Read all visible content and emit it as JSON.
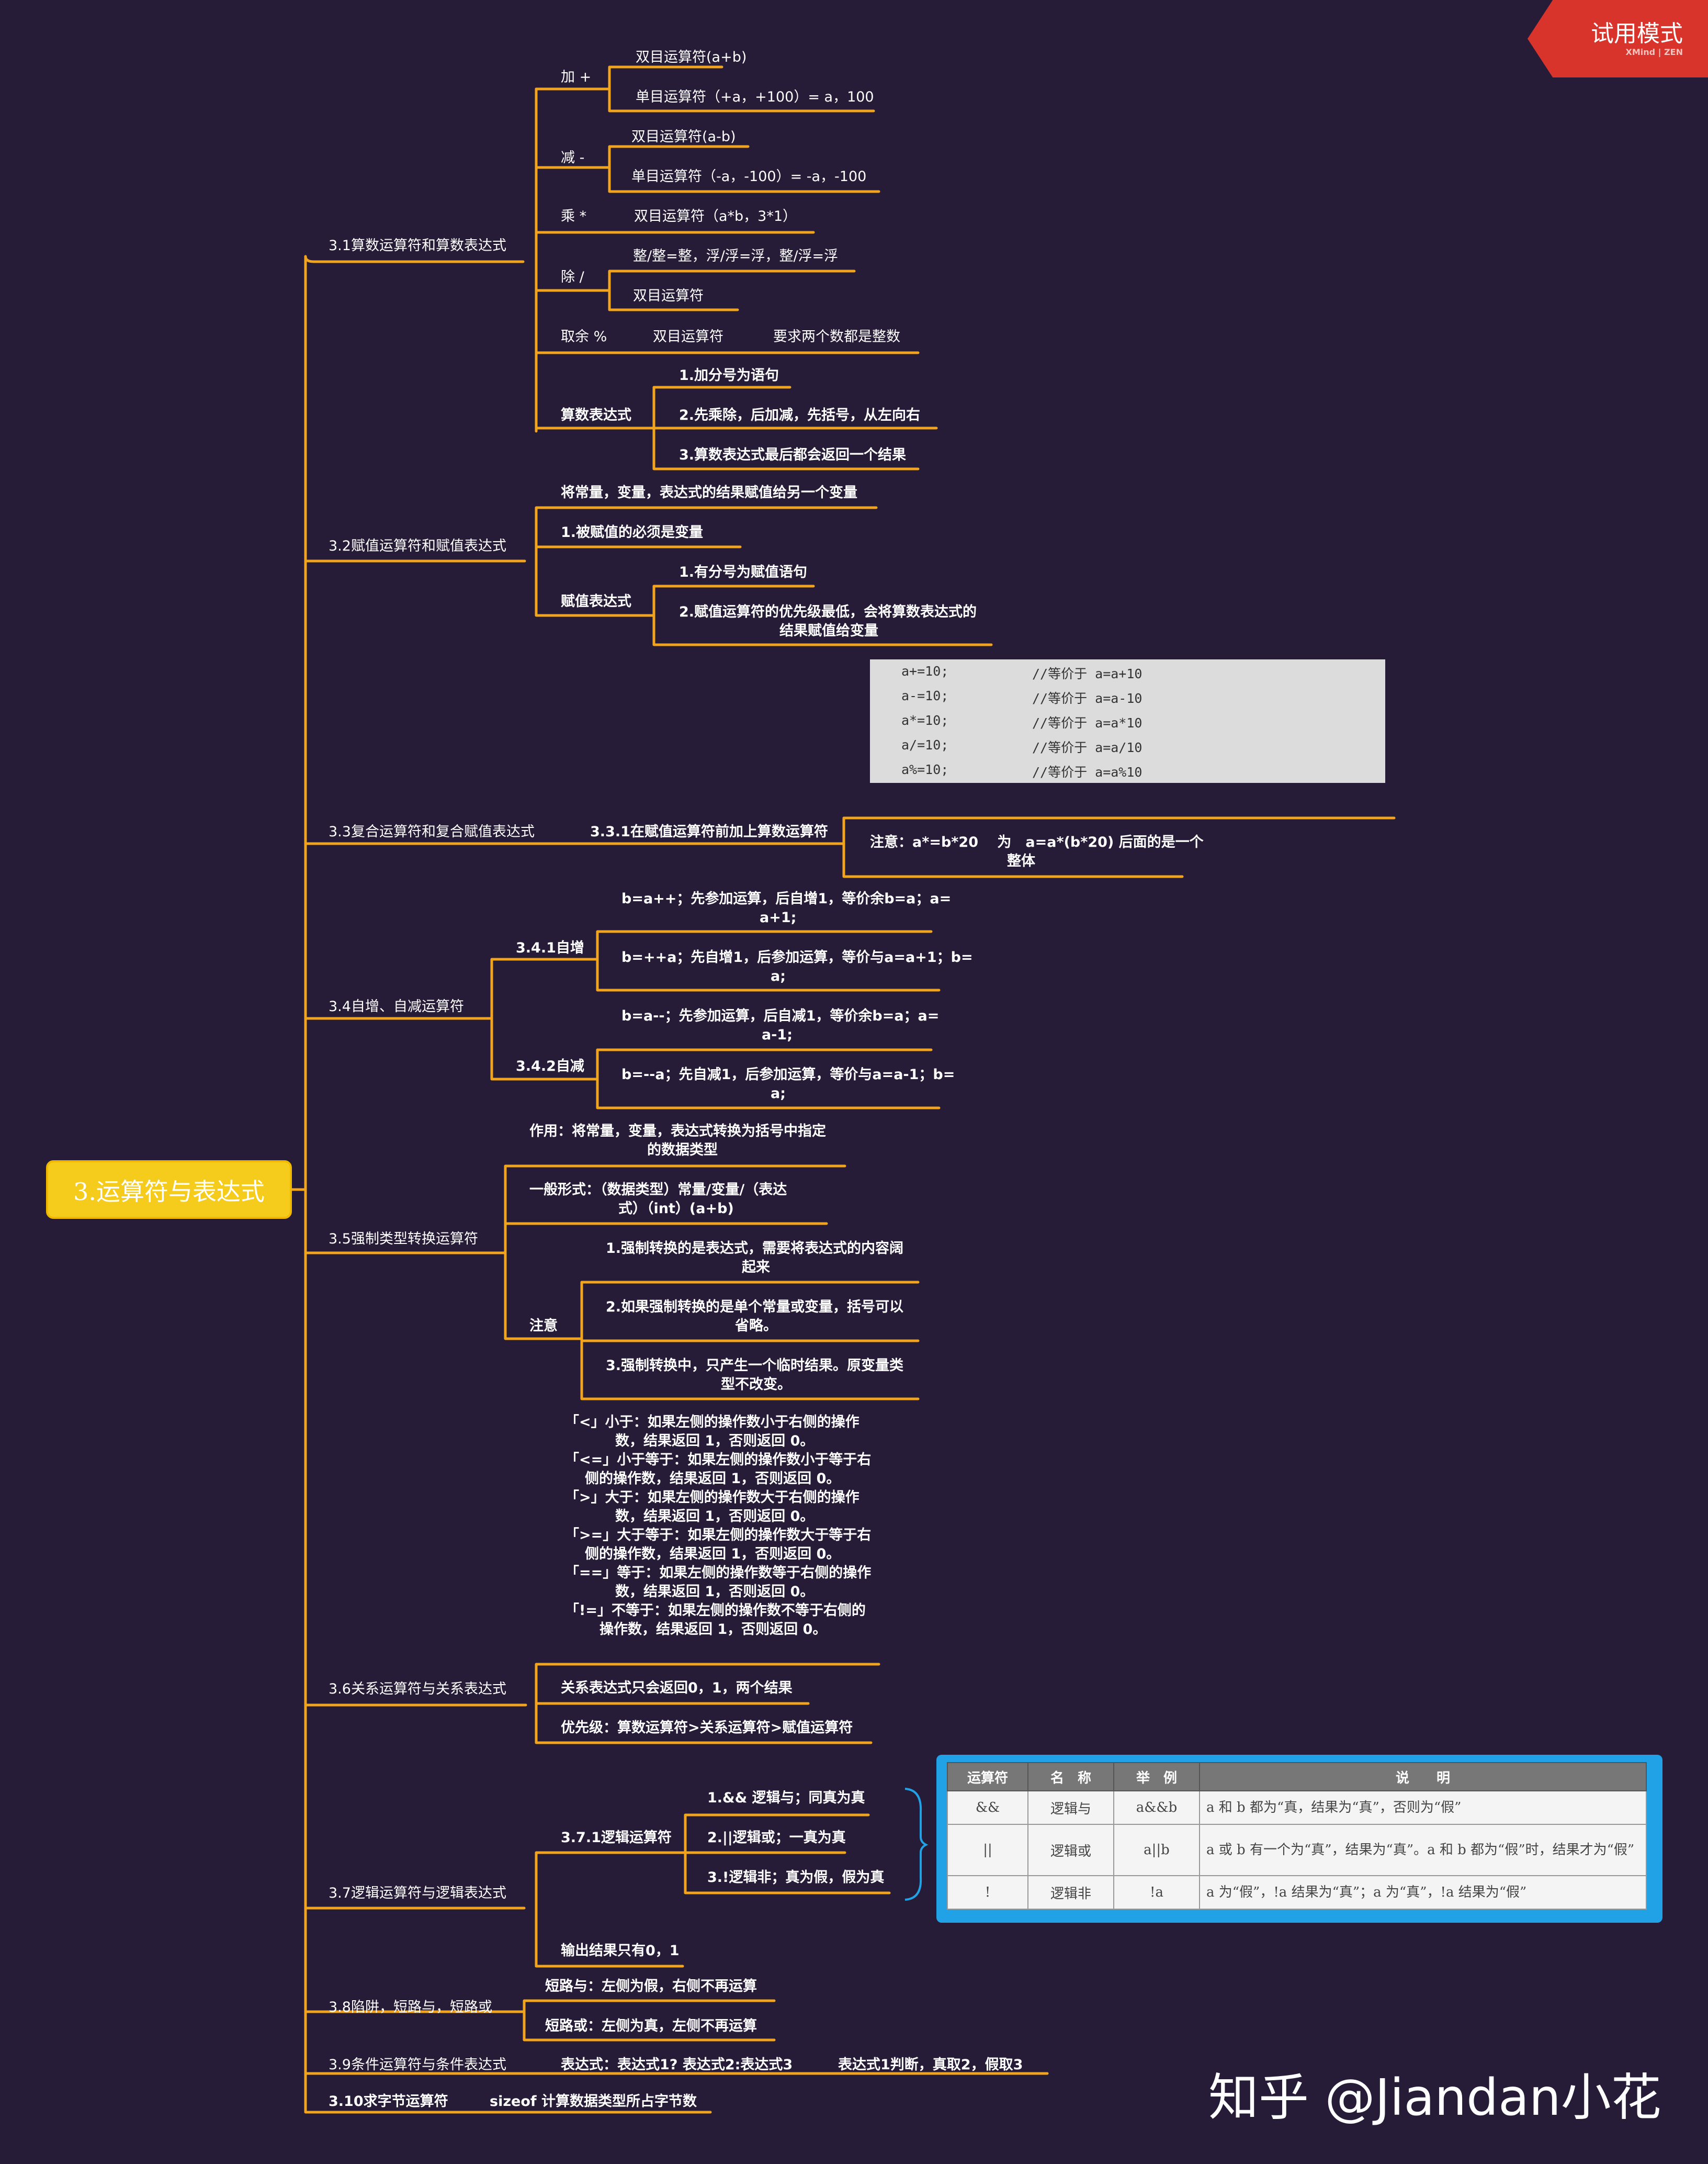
{
  "watermark_corner": {
    "title": "试用模式",
    "subtitle": "XMind | ZEN"
  },
  "watermark_bottom": "知乎 @Jiandan小花",
  "root": "3.运算符与表达式",
  "s31": {
    "label": "3.1算数运算符和算数表达式",
    "add": "加 +",
    "add_1": "双目运算符(a+b)",
    "add_2": "单目运算符（+a，+100）= a，100",
    "sub": "减 -",
    "sub_1": "双目运算符(a-b)",
    "sub_2": "单目运算符（-a，-100）= -a，-100",
    "mul": "乘 *",
    "mul_1": "双目运算符（a*b，3*1）",
    "div": "除 /",
    "div_1": "整/整=整，浮/浮=浮，整/浮=浮",
    "div_2": "双目运算符",
    "mod": "取余 %",
    "mod_1": "双目运算符",
    "mod_2": "要求两个数都是整数",
    "expr": "算数表达式",
    "expr_1": "1.加分号为语句",
    "expr_2": "2.先乘除，后加减，先括号，从左向右",
    "expr_3": "3.算数表达式最后都会返回一个结果"
  },
  "s32": {
    "label": "3.2赋值运算符和赋值表达式",
    "n1": "将常量，变量，表达式的结果赋值给另一个变量",
    "n2": "1.被赋值的必须是变量",
    "expr": "赋值表达式",
    "expr_1": "1.有分号为赋值语句",
    "expr_2a": "2.赋值运算符的优先级最低，会将算数表达式的",
    "expr_2b": "结果赋值给变量"
  },
  "code": {
    "rows": [
      {
        "stmt": "a+=10;",
        "comment": "//等价于 a=a+10"
      },
      {
        "stmt": "a-=10;",
        "comment": "//等价于 a=a-10"
      },
      {
        "stmt": "a*=10;",
        "comment": "//等价于 a=a*10"
      },
      {
        "stmt": "a/=10;",
        "comment": "//等价于 a=a/10"
      },
      {
        "stmt": "a%=10;",
        "comment": "//等价于 a=a%10"
      }
    ]
  },
  "s33": {
    "label": "3.3复合运算符和复合赋值表达式",
    "n1": "3.3.1在赋值运算符前加上算数运算符",
    "note_a": "注意：a*=b*20　 为　a=a*(b*20) 后面的是一个",
    "note_b": "整体"
  },
  "s34": {
    "label": "3.4自增、自减运算符",
    "inc": "3.4.1自增",
    "inc_1a": "b=a++；先参加运算，后自增1，等价余b=a；a=",
    "inc_1b": "a+1;",
    "inc_2a": "b=++a；先自增1，后参加运算，等价与a=a+1；b=",
    "inc_2b": "a;",
    "dec": "3.4.2自减",
    "dec_1a": "b=a--；先参加运算，后自减1，等价余b=a；a=",
    "dec_1b": "a-1;",
    "dec_2a": "b=--a；先自减1，后参加运算，等价与a=a-1；b=",
    "dec_2b": "a;"
  },
  "s35": {
    "label": "3.5强制类型转换运算符",
    "use_a": "作用：将常量，变量，表达式转换为括号中指定",
    "use_b": "的数据类型",
    "form_a": "一般形式：（数据类型）常量/变量/（表达",
    "form_b": "式）（int）(a+b)",
    "note": "注意",
    "note_1a": "1.强制转换的是表达式，需要将表达式的内容阔",
    "note_1b": "起来",
    "note_2a": "2.如果强制转换的是单个常量或变量，括号可以",
    "note_2b": "省略。",
    "note_3a": "3.强制转换中，只产生一个临时结果。原变量类",
    "note_3b": "型不改变。"
  },
  "s36": {
    "label": "3.6关系运算符与关系表达式",
    "rel": [
      "「<」小于：如果左侧的操作数小于右侧的操作",
      "数，结果返回 1，否则返回 0。",
      "「<=」小于等于：如果左侧的操作数小于等于右",
      "侧的操作数，结果返回 1，否则返回 0。",
      "「>」大于：如果左侧的操作数大于右侧的操作",
      "数，结果返回 1，否则返回 0。",
      "「>=」大于等于：如果左侧的操作数大于等于右",
      "侧的操作数，结果返回 1，否则返回 0。",
      "「==」等于：如果左侧的操作数等于右侧的操作",
      "数，结果返回 1，否则返回 0。",
      "「!=」不等于：如果左侧的操作数不等于右侧的",
      "操作数，结果返回 1，否则返回 0。"
    ],
    "n2": "关系表达式只会返回0，1，两个结果",
    "n3": "优先级：算数运算符>关系运算符>赋值运算符"
  },
  "s37": {
    "label": "3.7逻辑运算符与逻辑表达式",
    "ops": "3.7.1逻辑运算符",
    "op_1": "1.&& 逻辑与；同真为真",
    "op_2": "2.||逻辑或；一真为真",
    "op_3": "3.!逻辑非；真为假，假为真",
    "out": "输出结果只有0，1",
    "table": {
      "headers": [
        "运算符",
        "名　称",
        "举　例",
        "说　　明"
      ],
      "rows": [
        {
          "op": "&&",
          "name": "逻辑与",
          "ex": "a&&b",
          "desc": "a 和 b 都为“真，结果为“真”，否则为“假”"
        },
        {
          "op": "||",
          "name": "逻辑或",
          "ex": "a||b",
          "desc": "a 或 b 有一个为“真”，结果为“真”。a 和 b 都为“假”时，结果才为“假”"
        },
        {
          "op": "!",
          "name": "逻辑非",
          "ex": "!a",
          "desc": "a 为“假”，!a 结果为“真”；a 为“真”，!a 结果为“假”"
        }
      ]
    }
  },
  "s38": {
    "label": "3.8陷阱，短路与，短路或",
    "n1": "短路与：左侧为假，右侧不再运算",
    "n2": "短路或：左侧为真，左侧不再运算"
  },
  "s39": {
    "label": "3.9条件运算符与条件表达式",
    "n1": "表达式：表达式1? 表达式2:表达式3",
    "n2": "表达式1判断，真取2，假取3"
  },
  "s310": {
    "label": "3.10求字节运算符",
    "n1": "sizeof 计算数据类型所占字节数"
  },
  "colors": {
    "background": "#271c37",
    "line": "#f2a51c",
    "root": "#f5cc1c",
    "badge": "#d9342b",
    "table_frame": "#22a2e6"
  }
}
